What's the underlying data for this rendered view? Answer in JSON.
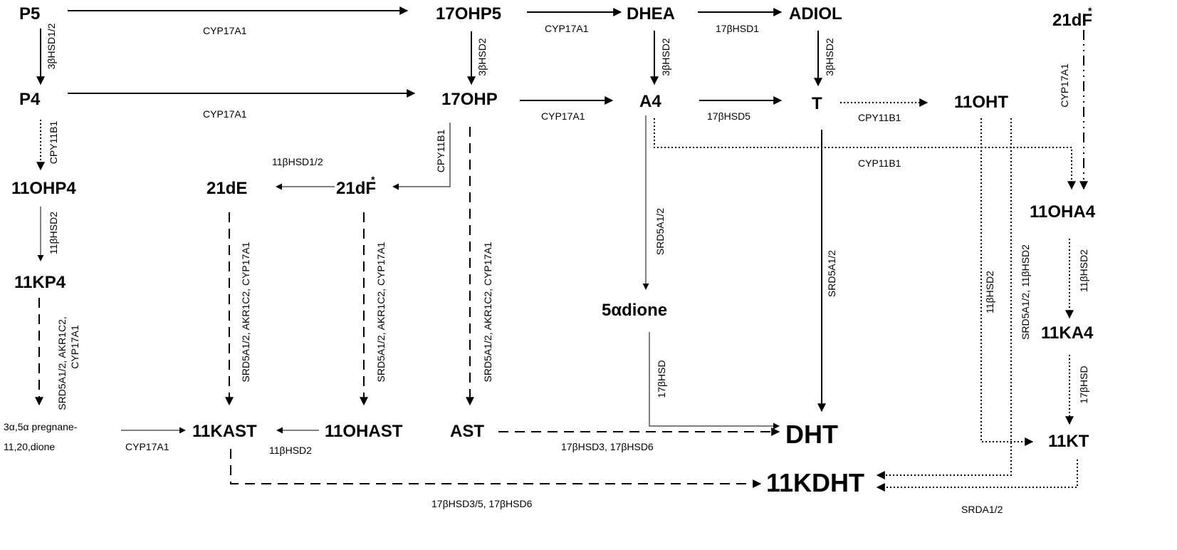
{
  "nodes": {
    "P5": "P5",
    "OHP5_17": "17OHP5",
    "DHEA": "DHEA",
    "ADIOL": "ADIOL",
    "dF21_top": "21dF",
    "P4": "P4",
    "OHP_17": "17OHP",
    "A4": "A4",
    "T": "T",
    "OHT_11": "11OHT",
    "OHP4_11": "11OHP4",
    "dE21": "21dE",
    "dF21_mid": "21dF",
    "OHA4_11": "11OHA4",
    "KP4_11": "11KP4",
    "adione5": "5αdione",
    "KA4_11": "11KA4",
    "preg_line1": "3α,5α pregnane-",
    "preg_line2": "11,20,dione",
    "KAST_11": "11KAST",
    "OHAST_11": "11OHAST",
    "AST": "AST",
    "DHT": "DHT",
    "KT_11": "11KT",
    "KDHT_11": "11KDHT",
    "star": "*"
  },
  "enzymes": {
    "p5_17ohp5": "CYP17A1",
    "ohp5_dhea": "CYP17A1",
    "dhea_adiol": "17βHSD1",
    "p5_p4": "3βHSD1/2",
    "ohp5_ohp": "3βHSD2",
    "dhea_a4": "3βHSD2",
    "adiol_t": "3βHSD2",
    "df_ohap": "CYP17A1",
    "p4_ohp": "CYP17A1",
    "ohp_a4": "CYP17A1",
    "a4_t": "17βHSD5",
    "t_oht": "CPY11B1",
    "p4_ohp4": "CPY11B1",
    "ohp_df": "CPY11B1",
    "df_de": "11βHSD1/2",
    "a4_oha4": "CYP11B1",
    "ohp4_kp4": "11βHSD2",
    "kp4_preg": "SRD5A1/2, AKR1C2,",
    "kp4_preg2": "CYP17A1",
    "de_kast": "SRD5A1/2, AKR1C2, CYP17A1",
    "df_ohast": "SRD5A1/2, AKR1C2, CYP17A1",
    "ohp_ast": "SRD5A1/2, AKR1C2, CYP17A1",
    "a4_adione": "SRD5A1/2",
    "t_dht": "SRD5A1/2",
    "oht_kt": "11βHSD2",
    "oht_kdht": "SRD5A1/2, 11βHSD2",
    "oha4_ka4": "11βHSD2",
    "ka4_kt": "17βHSD",
    "adione_dht": "17βHSD",
    "preg_kast": "CYP17A1",
    "ohast_kast": "11βHSD2",
    "ast_dht": "17βHSD3, 17βHSD6",
    "kast_kdht": "17βHSD3/5, 17βHSD6",
    "kt_kdht": "SRDA1/2"
  }
}
